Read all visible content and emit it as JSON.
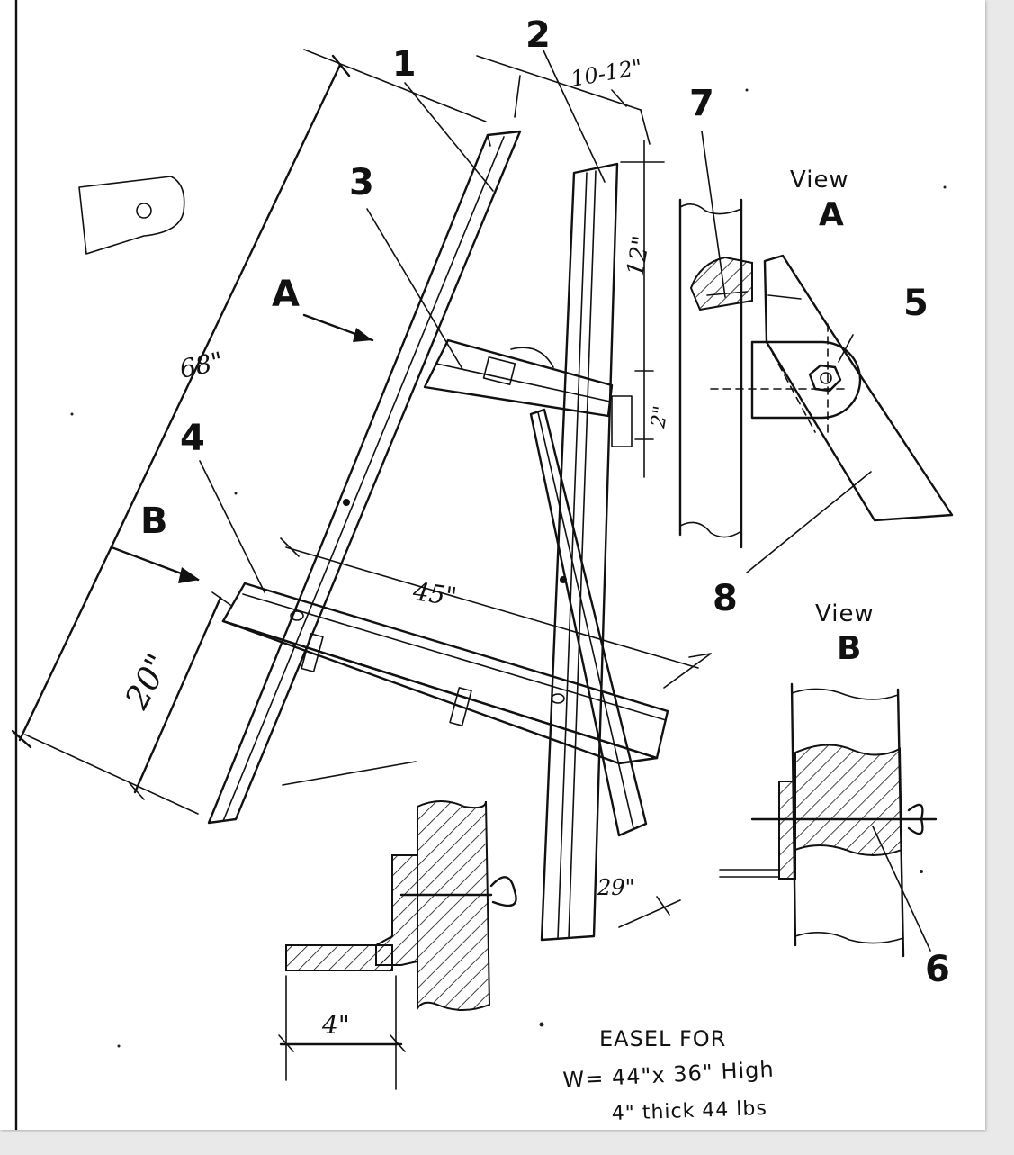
{
  "drawing": {
    "part_labels": {
      "p1": "1",
      "p2": "2",
      "p3": "3",
      "p4": "4",
      "p5": "5",
      "p6": "6",
      "p7": "7",
      "p8": "8"
    },
    "section_markers": {
      "a": "A",
      "b": "B"
    },
    "dimensions": {
      "top_span": "10-12\"",
      "length": "68\"",
      "shelf_height": "20\"",
      "shelf_width": "45\"",
      "upper_gap": "12\"",
      "bar_depth": "2\"",
      "leg_spread": "29\"",
      "lip": "4\""
    },
    "views": {
      "view_a_word": "View",
      "view_a_letter": "A",
      "view_b_word": "View",
      "view_b_letter": "B"
    },
    "notes": {
      "line1": "EASEL FOR",
      "line2": "W= 44\"x 36\" High",
      "line3": "4\" thick   44 lbs"
    }
  }
}
